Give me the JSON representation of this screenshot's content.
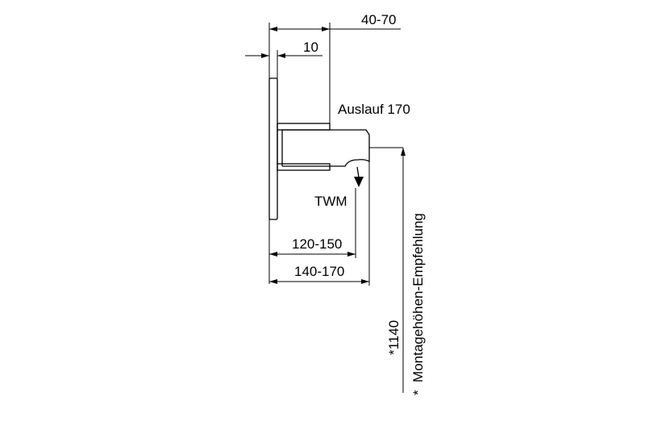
{
  "dimensions": {
    "top_total": "40-70",
    "top_small": "10",
    "spout_label": "Auslauf 170",
    "twm_label": "TWM",
    "depth_inner": "120-150",
    "depth_outer": "140-170",
    "height_value": "*1140",
    "height_note": "*  Montagehöhen-Empfehlung"
  },
  "colors": {
    "line": "#000000",
    "background": "#ffffff"
  }
}
